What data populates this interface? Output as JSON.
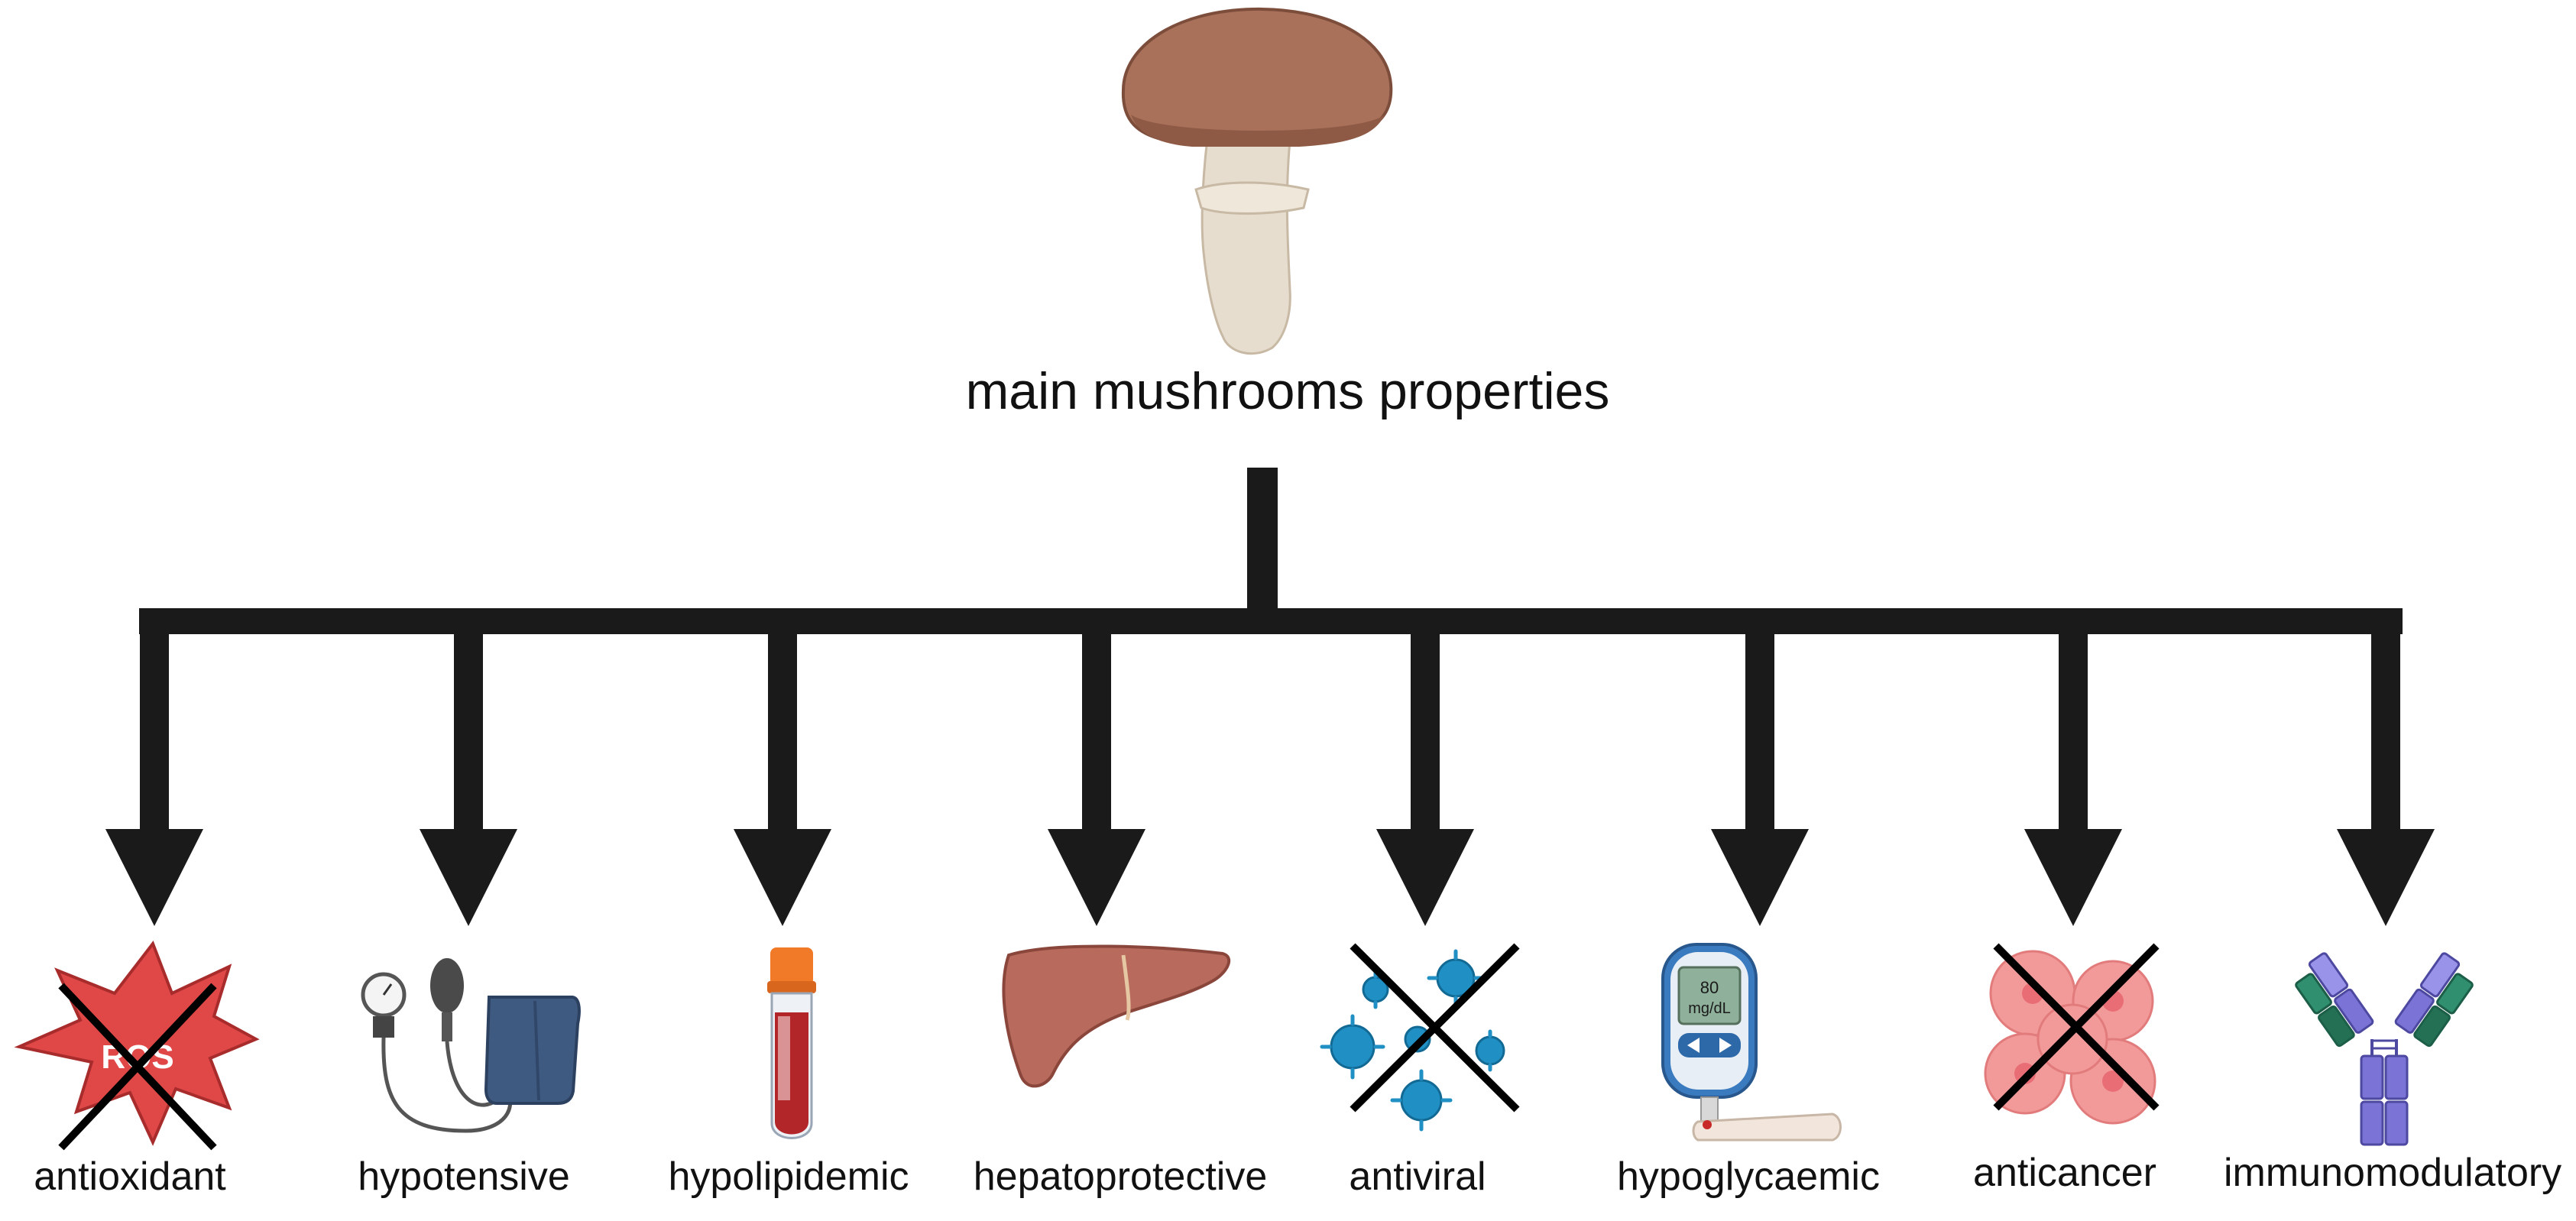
{
  "diagram": {
    "title": "main mushrooms properties",
    "root_icon": "mushroom-icon",
    "properties": [
      {
        "label": "antioxidant",
        "icon": "ros-crossed-icon",
        "crossed": true
      },
      {
        "label": "hypotensive",
        "icon": "blood-pressure-cuff-icon",
        "crossed": false
      },
      {
        "label": "hypolipidemic",
        "icon": "blood-test-tube-icon",
        "crossed": false
      },
      {
        "label": "hepatoprotective",
        "icon": "liver-icon",
        "crossed": false
      },
      {
        "label": "antiviral",
        "icon": "virus-crossed-icon",
        "crossed": true
      },
      {
        "label": "hypoglycaemic",
        "icon": "glucometer-icon",
        "crossed": false
      },
      {
        "label": "anticancer",
        "icon": "cancer-cell-crossed-icon",
        "crossed": true
      },
      {
        "label": "immunomodulatory",
        "icon": "antibody-icon",
        "crossed": false
      }
    ],
    "icon_text": {
      "ros": "ROS",
      "glucometer_value": "80",
      "glucometer_unit": "mg/dL"
    },
    "colors": {
      "connector": "#1a1a1a",
      "mushroom_cap": "#a9715a",
      "mushroom_stem": "#e6ddcf",
      "ros_burst": "#e04848",
      "cuff": "#3f5a80",
      "blood": "#b2262a",
      "tube_cap": "#f07a28",
      "liver": "#b86a5c",
      "virus": "#1f8fc4",
      "glucometer_body": "#3a7bc0",
      "cancer_cell": "#f29a9a",
      "antibody_purple": "#7b74d6",
      "antibody_green": "#2f8f6f"
    }
  }
}
